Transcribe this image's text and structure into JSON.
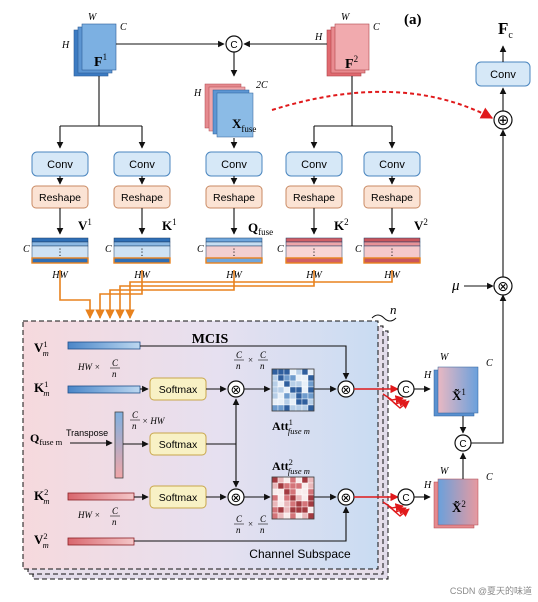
{
  "panel_label": "(a)",
  "output": {
    "symbol": "F",
    "subscript": "c"
  },
  "tensors": {
    "f1": {
      "symbol": "F",
      "sup": "1",
      "h": "H",
      "w": "W",
      "c": "C"
    },
    "f2": {
      "symbol": "F",
      "sup": "2",
      "h": "H",
      "w": "W",
      "c": "C"
    },
    "xfuse": {
      "symbol": "X",
      "sub": "fuse",
      "h": "H",
      "c": "2C"
    },
    "xt1": {
      "symbol": "X̃",
      "sup": "1",
      "h": "H",
      "w": "W",
      "c": "C"
    },
    "xt2": {
      "symbol": "X̃",
      "sup": "2",
      "h": "H",
      "w": "W",
      "c": "C"
    }
  },
  "blocks": {
    "conv": "Conv",
    "reshape": "Reshape",
    "softmax": "Softmax"
  },
  "ops": {
    "concat": "C",
    "multiply": "⊗",
    "add": "⊕"
  },
  "matrices": {
    "v1": {
      "symbol": "V",
      "sup": "1"
    },
    "k1": {
      "symbol": "K",
      "sup": "1"
    },
    "qfuse": {
      "symbol": "Q",
      "sub": "fuse"
    },
    "k2": {
      "symbol": "K",
      "sup": "2"
    },
    "v2": {
      "symbol": "V",
      "sup": "2"
    },
    "row_label": "C",
    "col_label": "HW",
    "dots": "⋮"
  },
  "mcis": {
    "title": "MCIS",
    "repeat": "n",
    "subspace": "Channel Subspace",
    "inputs": [
      {
        "symbol": "V",
        "sup": "1",
        "sub": "m"
      },
      {
        "symbol": "K",
        "sup": "1",
        "sub": "m"
      },
      {
        "symbol": "Q",
        "sub": "fuse m"
      },
      {
        "symbol": "K",
        "sup": "2",
        "sub": "m"
      },
      {
        "symbol": "V",
        "sup": "2",
        "sub": "m"
      }
    ],
    "transpose": "Transpose",
    "dim_hw_c_n": "HW ×",
    "frac_c": "C",
    "frac_n": "n",
    "dim_c_n_hw": "× HW",
    "att1": {
      "symbol": "Att",
      "sup": "1",
      "sub": "fuse m"
    },
    "att2": {
      "symbol": "Att",
      "sup": "2",
      "sub": "fuse m"
    }
  },
  "mu": "μ",
  "watermark": "CSDN @夏天的味道"
}
